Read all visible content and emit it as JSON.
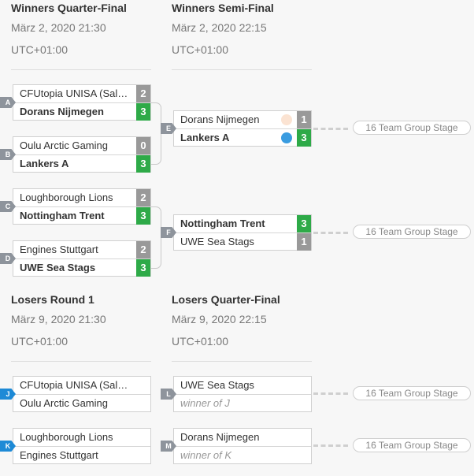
{
  "winners": {
    "qf": {
      "title": "Winners Quarter-Final",
      "date": "März 2, 2020 21:30",
      "tz": "UTC+01:00"
    },
    "sf": {
      "title": "Winners Semi-Final",
      "date": "März 2, 2020 22:15",
      "tz": "UTC+01:00"
    }
  },
  "losers": {
    "r1": {
      "title": "Losers Round 1",
      "date": "März 9, 2020 21:30",
      "tz": "UTC+01:00"
    },
    "qf": {
      "title": "Losers Quarter-Final",
      "date": "März 9, 2020 22:15",
      "tz": "UTC+01:00"
    }
  },
  "matches": {
    "A": {
      "tag": "A",
      "t1": "CFUtopia UNISA (Salerno)",
      "s1": "2",
      "t2": "Dorans Nijmegen",
      "s2": "3"
    },
    "B": {
      "tag": "B",
      "t1": "Oulu Arctic Gaming",
      "s1": "0",
      "t2": "Lankers A",
      "s2": "3"
    },
    "C": {
      "tag": "C",
      "t1": "Loughborough Lions",
      "s1": "2",
      "t2": "Nottingham Trent",
      "s2": "3"
    },
    "D": {
      "tag": "D",
      "t1": "Engines Stuttgart",
      "s1": "2",
      "t2": "UWE Sea Stags",
      "s2": "3"
    },
    "E": {
      "tag": "E",
      "t1": "Dorans Nijmegen",
      "s1": "1",
      "t2": "Lankers A",
      "s2": "3",
      "c1": "#fbe3d2",
      "c2": "#3a9ce0"
    },
    "F": {
      "tag": "F",
      "t1": "Nottingham Trent",
      "s1": "3",
      "t2": "UWE Sea Stags",
      "s2": "1"
    },
    "J": {
      "tag": "J",
      "t1": "CFUtopia UNISA (Salerno)",
      "t2": "Oulu Arctic Gaming"
    },
    "K": {
      "tag": "K",
      "t1": "Loughborough Lions",
      "t2": "Engines Stuttgart"
    },
    "L": {
      "tag": "L",
      "t1": "UWE Sea Stags",
      "t2": "winner of J"
    },
    "M": {
      "tag": "M",
      "t1": "Dorans Nijmegen",
      "t2": "winner of K"
    }
  },
  "next_stage": "16 Team Group Stage"
}
